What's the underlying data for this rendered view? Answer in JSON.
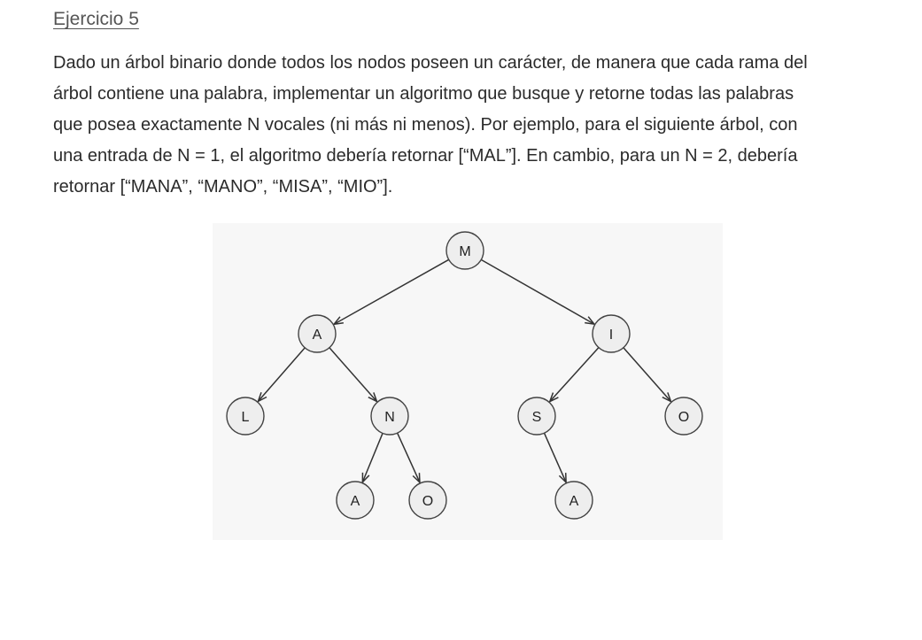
{
  "document": {
    "heading": "Ejercicio 5",
    "paragraph_lines": [
      "Dado un árbol binario donde todos los nodos poseen un carácter, de manera que cada rama del",
      "árbol contiene una palabra, implementar un algoritmo que busque y retorne todas las palabras",
      "que posea exactamente N vocales (ni más ni menos). Por ejemplo, para el siguiente árbol, con",
      "una entrada de N = 1, el algoritmo debería retornar [“MAL”]. En cambio, para un N = 2, debería",
      "retornar [“MANA”, “MANO”, “MISA”, “MIO”]."
    ]
  },
  "tree": {
    "nodes": [
      {
        "id": "n0",
        "label": "M"
      },
      {
        "id": "n1",
        "label": "A"
      },
      {
        "id": "n2",
        "label": "I"
      },
      {
        "id": "n3",
        "label": "L"
      },
      {
        "id": "n4",
        "label": "N"
      },
      {
        "id": "n5",
        "label": "S"
      },
      {
        "id": "n6",
        "label": "O"
      },
      {
        "id": "n7",
        "label": "A"
      },
      {
        "id": "n8",
        "label": "O"
      },
      {
        "id": "n9",
        "label": "A"
      }
    ],
    "edges": [
      {
        "from": "n0",
        "to": "n1"
      },
      {
        "from": "n0",
        "to": "n2"
      },
      {
        "from": "n1",
        "to": "n3"
      },
      {
        "from": "n1",
        "to": "n4"
      },
      {
        "from": "n2",
        "to": "n5"
      },
      {
        "from": "n2",
        "to": "n6"
      },
      {
        "from": "n4",
        "to": "n7"
      },
      {
        "from": "n4",
        "to": "n8"
      },
      {
        "from": "n5",
        "to": "n9"
      }
    ]
  }
}
